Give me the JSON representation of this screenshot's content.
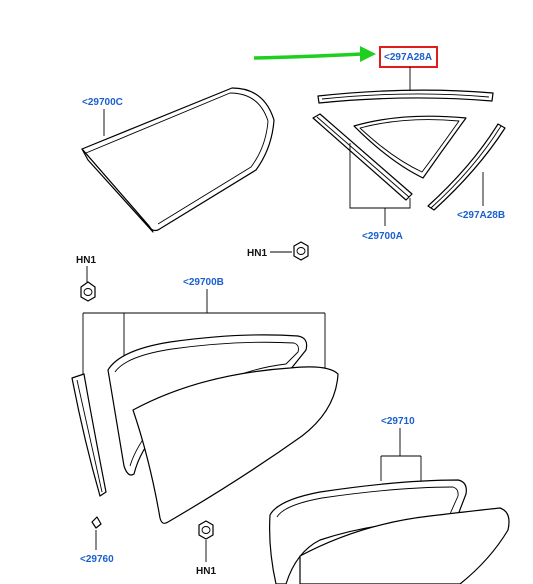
{
  "labels": {
    "part_297A28A": "<297A28A",
    "part_29700C": "<29700C",
    "part_29700A": "<29700A",
    "part_297A28B": "<297A28B",
    "part_29700B": "<29700B",
    "part_29710": "<29710",
    "part_29760": "<29760",
    "hn1_top": "HN1",
    "hn1_left": "HN1",
    "hn1_bottom": "HN1"
  },
  "highlight": {
    "target_label": "<297A28A",
    "box_color": "#e21b1b",
    "arrow_color": "#1fcf1f"
  },
  "label_color": "#1a5fd0"
}
